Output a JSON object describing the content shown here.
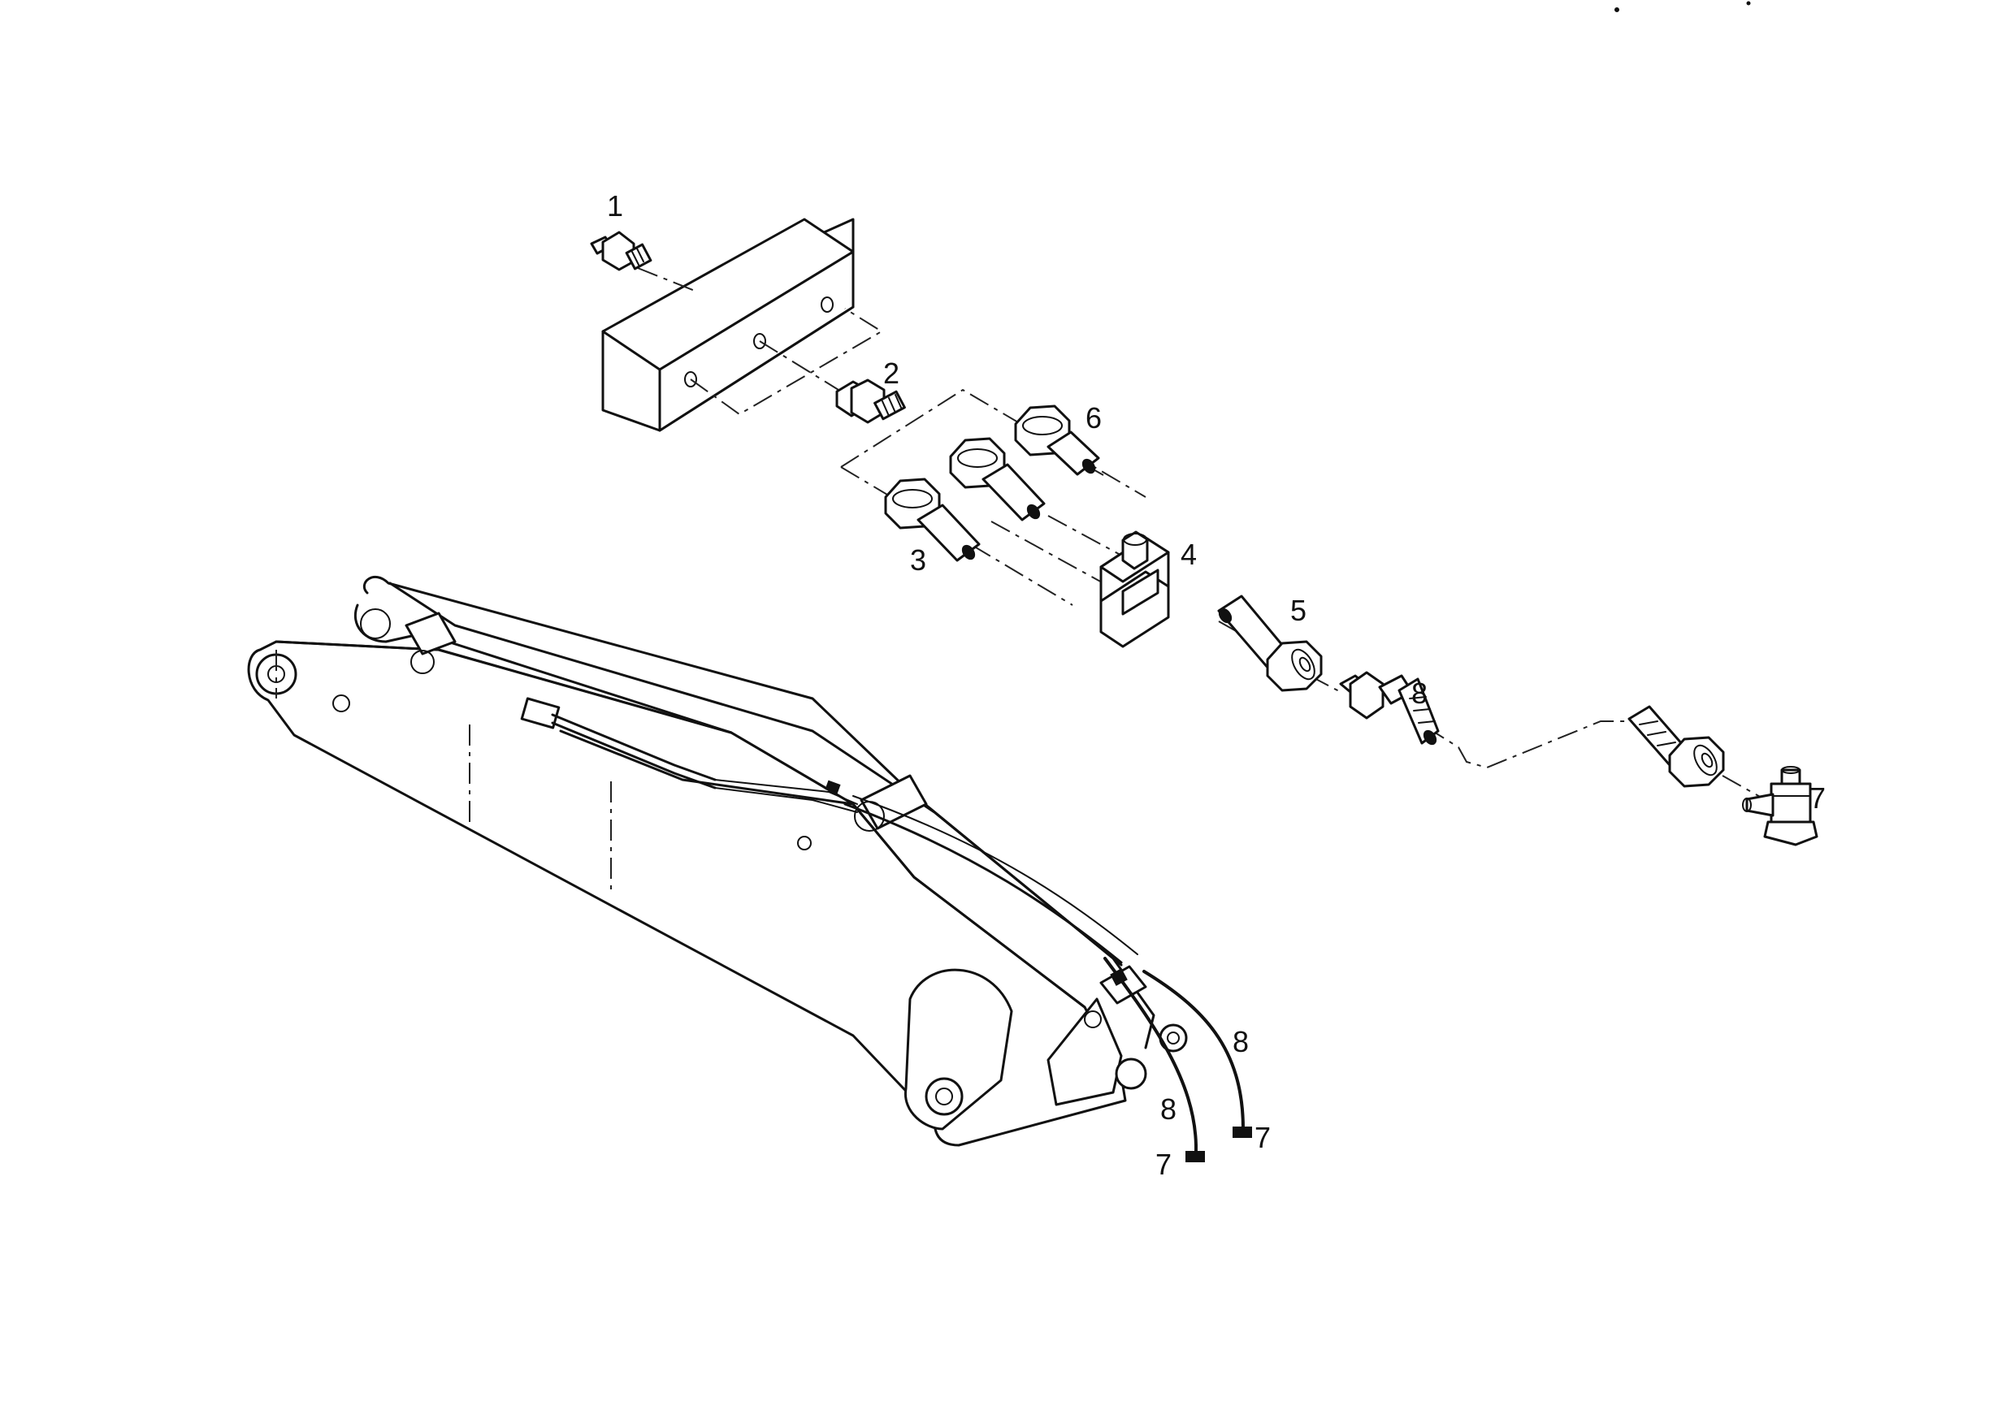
{
  "callouts": {
    "c1": "1",
    "c2": "2",
    "c3": "3",
    "c4": "4",
    "c5": "5",
    "c6": "6",
    "c7_fitting": "7",
    "c8_fitting": "8",
    "c8_boom_right": "8",
    "c8_boom_left": "8",
    "c7_boom_right": "7",
    "c7_boom_left": "7"
  },
  "colors": {
    "line": "#111111",
    "background": "#ffffff"
  }
}
